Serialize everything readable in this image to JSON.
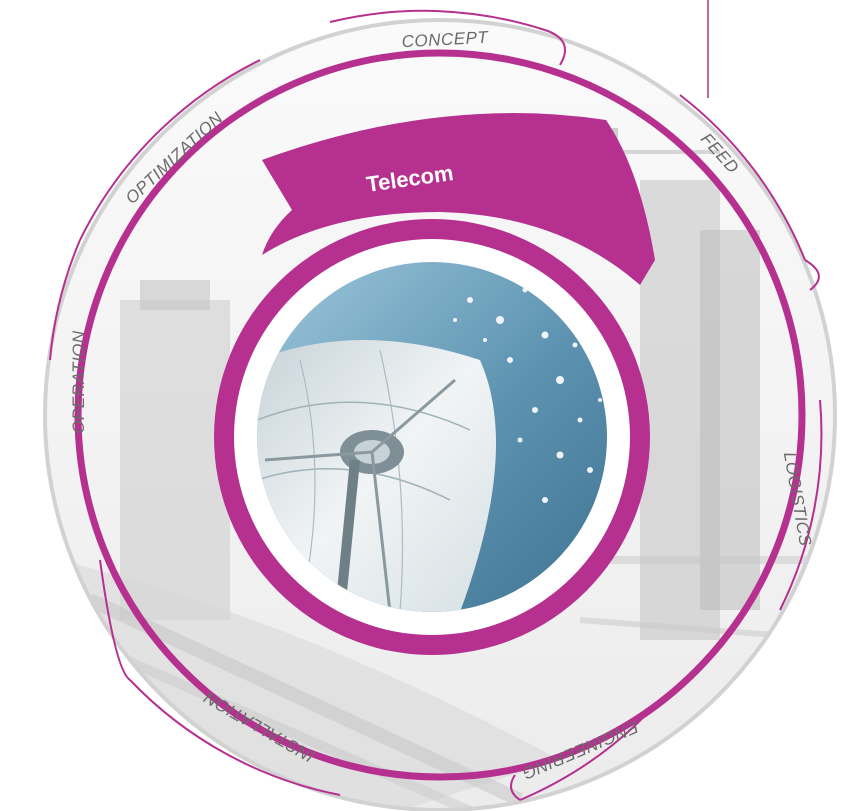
{
  "diagram": {
    "title": "Telecom",
    "phases": [
      {
        "key": "concept",
        "label": "CONCEPT"
      },
      {
        "key": "feed",
        "label": "FEED"
      },
      {
        "key": "logistics",
        "label": "LOGISTICS"
      },
      {
        "key": "engineering",
        "label": "ENGINEERING"
      },
      {
        "key": "installation",
        "label": "INSTALLATION"
      },
      {
        "key": "operation",
        "label": "OPERATION"
      },
      {
        "key": "optimization",
        "label": "OPTIMIZATION"
      }
    ],
    "photo": "satellite dish with fiber-optic light strands",
    "background": "faded industrial plant",
    "colors": {
      "accent": "#b5308f",
      "outer_ring": "#c9c9c9",
      "phase_text": "#6a6a6a",
      "title_text": "#ffffff",
      "sky": "#6fa4bf",
      "dish": "#e9eef0"
    }
  }
}
